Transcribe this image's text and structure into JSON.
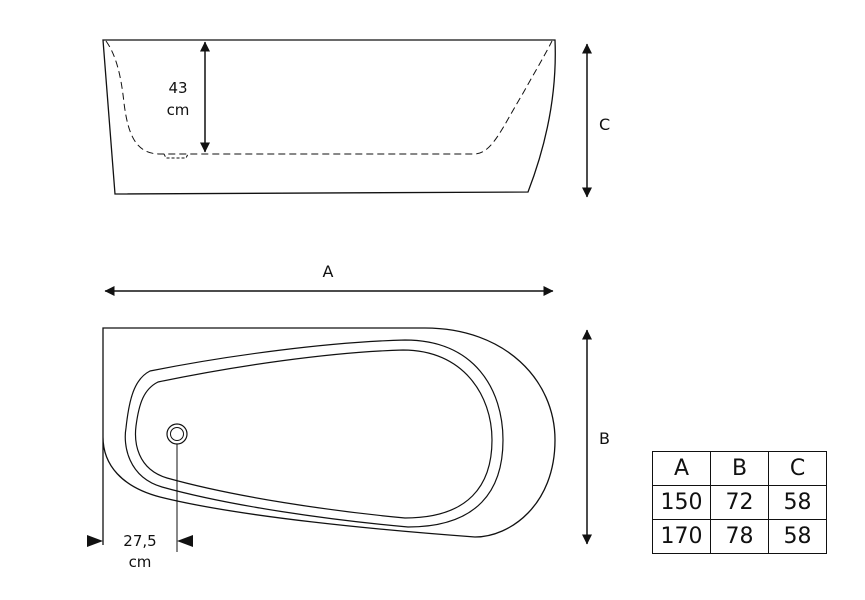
{
  "side_view": {
    "inner_depth_value": "43",
    "inner_depth_unit": "cm",
    "height_label": "C"
  },
  "top_view": {
    "length_label": "A",
    "width_label": "B",
    "drain_offset_value": "27,5",
    "drain_offset_unit": "cm"
  },
  "table": {
    "headers": [
      "A",
      "B",
      "C"
    ],
    "rows": [
      [
        "150",
        "72",
        "58"
      ],
      [
        "170",
        "78",
        "58"
      ]
    ]
  }
}
